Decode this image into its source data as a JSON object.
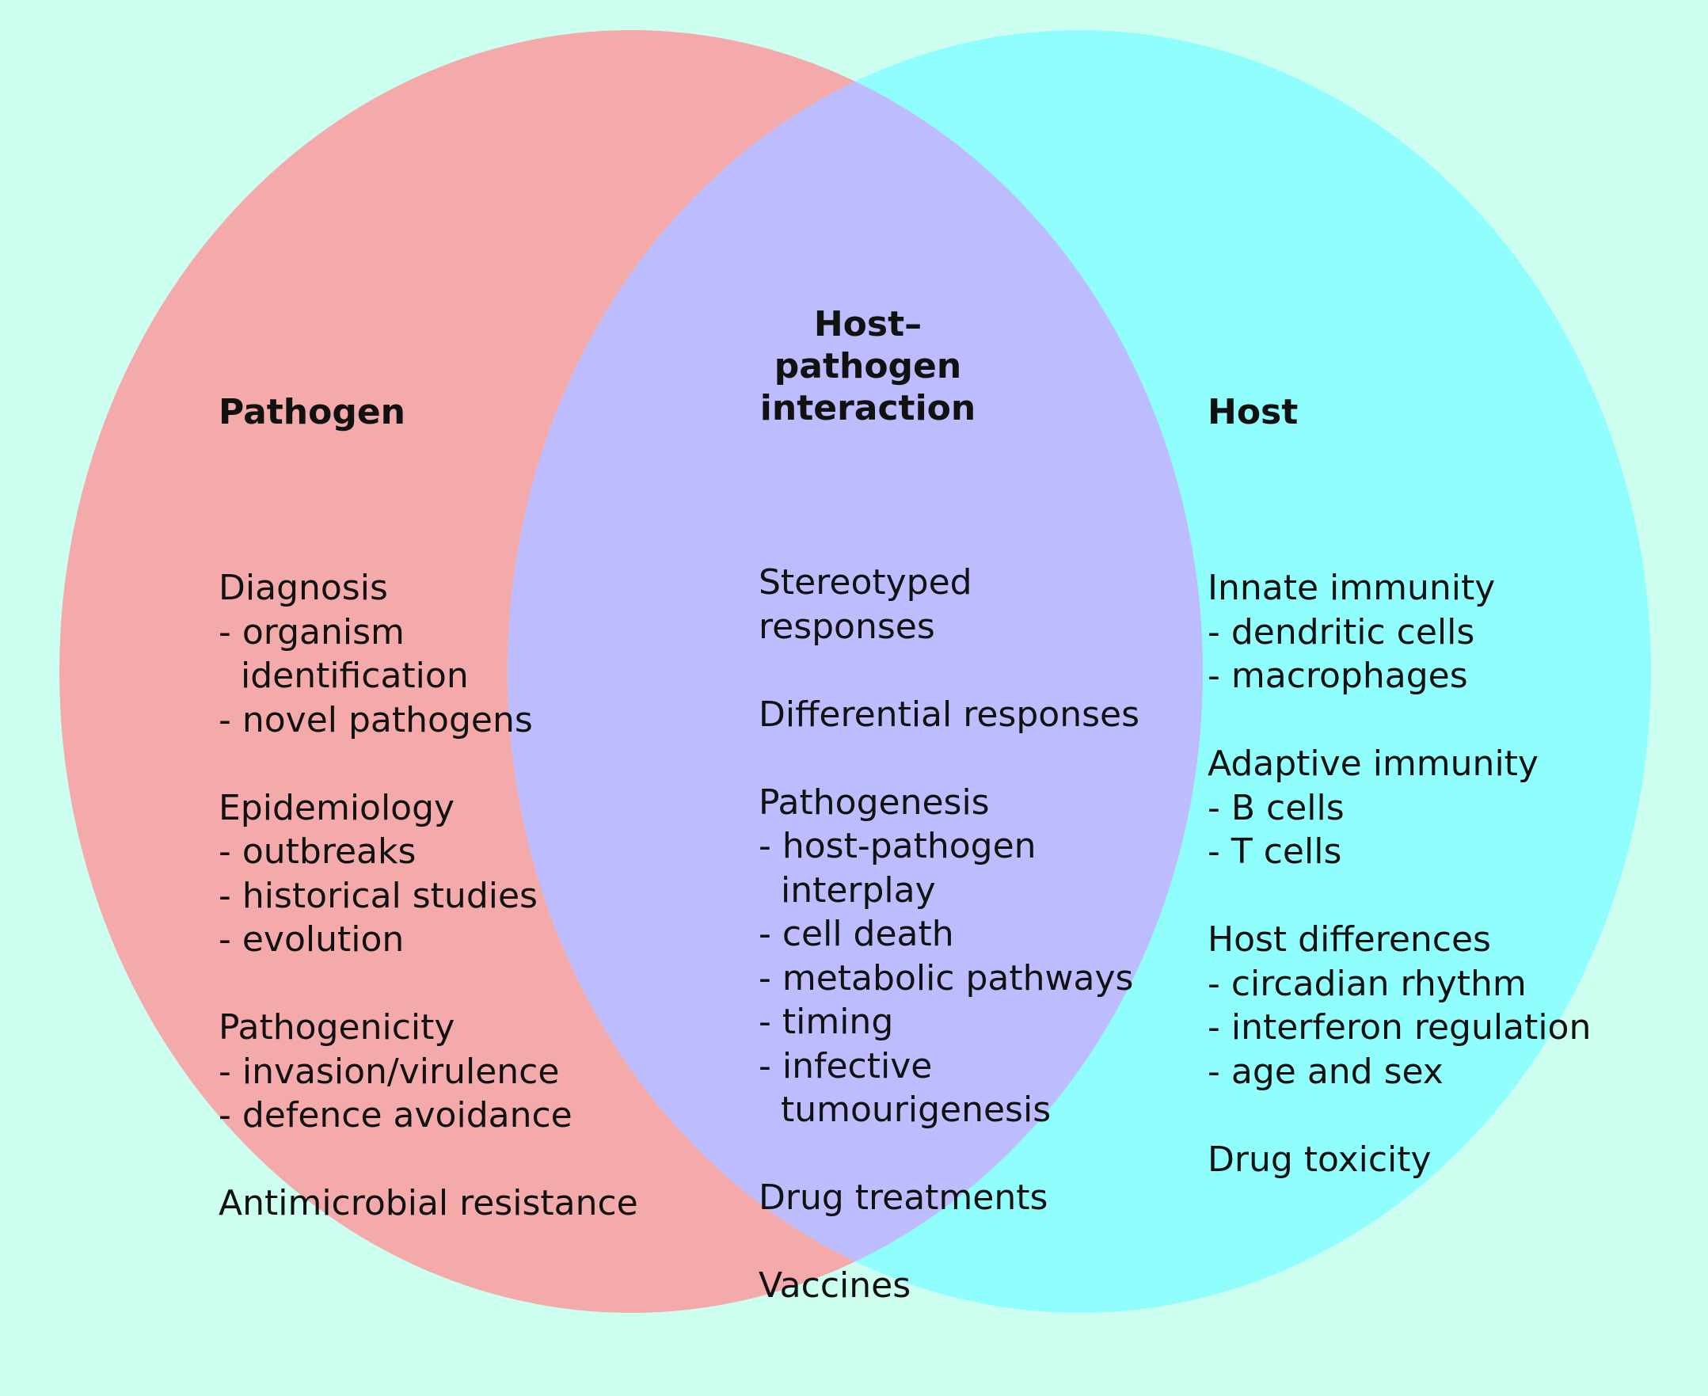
{
  "colors": {
    "background": "#ccfff0",
    "pathogen_circle": "#f4aaaa",
    "host_circle": "#91fefe",
    "overlap": "#bcbcfe"
  },
  "left": {
    "title": "Pathogen",
    "sections": [
      {
        "lines": [
          "Diagnosis",
          "- organism",
          "  identification",
          "- novel pathogens"
        ]
      },
      {
        "lines": [
          "Epidemiology",
          "- outbreaks",
          "- historical studies",
          "- evolution"
        ]
      },
      {
        "lines": [
          "Pathogenicity",
          "- invasion/virulence",
          "- defence avoidance"
        ]
      },
      {
        "lines": [
          "Antimicrobial resistance"
        ]
      }
    ]
  },
  "middle": {
    "title_lines": [
      "Host–",
      "pathogen",
      "interaction"
    ],
    "sections": [
      {
        "lines": [
          "Stereotyped",
          "responses"
        ]
      },
      {
        "lines": [
          "Differential responses"
        ]
      },
      {
        "lines": [
          "Pathogenesis",
          "- host-pathogen",
          "  interplay",
          "- cell death",
          "- metabolic pathways",
          "- timing",
          "- infective",
          "  tumourigenesis"
        ]
      },
      {
        "lines": [
          "Drug treatments"
        ]
      },
      {
        "lines": [
          "Vaccines"
        ]
      }
    ]
  },
  "right": {
    "title": "Host",
    "sections": [
      {
        "lines": [
          "Innate immunity",
          "- dendritic cells",
          "- macrophages"
        ]
      },
      {
        "lines": [
          "Adaptive immunity",
          "- B cells",
          "- T cells"
        ]
      },
      {
        "lines": [
          "Host differences",
          "- circadian rhythm",
          "- interferon regulation",
          "- age and sex"
        ]
      },
      {
        "lines": [
          "Drug toxicity"
        ]
      }
    ]
  }
}
